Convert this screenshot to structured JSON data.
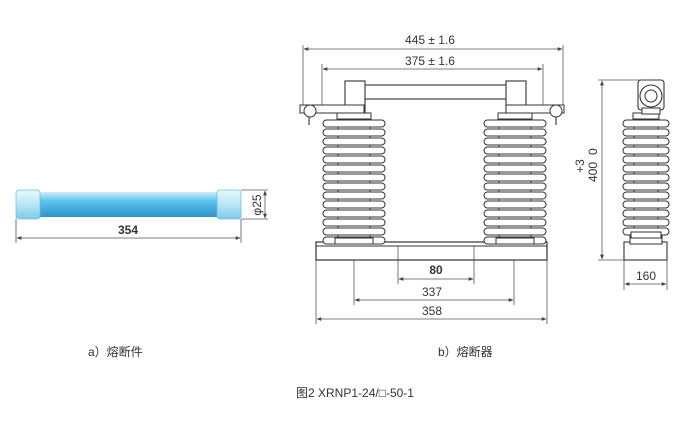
{
  "fuse": {
    "length_label": "354",
    "diameter_label": "φ25",
    "caption": "a）熔断件",
    "colors": {
      "tube_light": "#cfeefa",
      "tube_mid": "#5cc4ec",
      "tube_dark": "#2a93c9",
      "cap": "#b9e6f7"
    }
  },
  "holder": {
    "overall_label": "445 ± 1.6",
    "span_label": "375 ± 1.6",
    "inner_label": "80",
    "base_inner_label": "337",
    "base_outer_label": "358",
    "caption": "b）熔断器"
  },
  "side_view": {
    "height_label": "400",
    "height_sub_label": "0",
    "tolerance_label": "+3",
    "width_label": "160"
  },
  "figure_caption": "图2 XRNP1-24/□-50-1"
}
